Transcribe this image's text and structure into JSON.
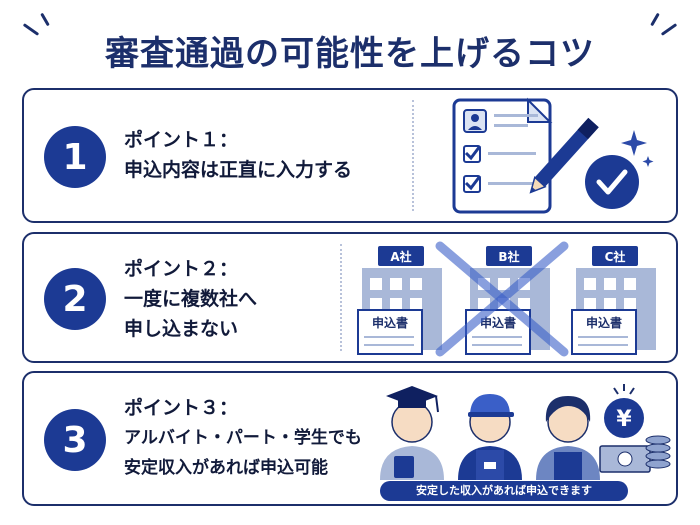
{
  "title": "審査通過の可能性を上げるコツ",
  "points": [
    {
      "number": "1",
      "lines": [
        "ポイント１：",
        "申込内容は正直に入力する"
      ]
    },
    {
      "number": "2",
      "lines": [
        "ポイント２：",
        "一度に複数社へ",
        "申し込まない"
      ],
      "companies": [
        "A社",
        "B社",
        "C社"
      ],
      "form_label": "申込書"
    },
    {
      "number": "3",
      "lines": [
        "ポイント３：",
        "アルバイト・パート・学生でも",
        "安定収入があれば申込可能"
      ],
      "caption": "安定した収入があれば申込できます",
      "currency_symbol": "¥"
    }
  ],
  "colors": {
    "navy": "#1c3a94",
    "light_blue": "#a9b8d8",
    "pale_blue": "#e3e9f5",
    "text": "#111a3a"
  },
  "icons": [
    "document-check-icon",
    "pencil-icon",
    "checkmark-badge-icon",
    "sparkle-icon",
    "building-icon",
    "application-form-icon",
    "cross-out-icon",
    "graduate-person-icon",
    "worker-person-icon",
    "staff-person-icon",
    "yen-coin-icon",
    "banknote-icon"
  ]
}
